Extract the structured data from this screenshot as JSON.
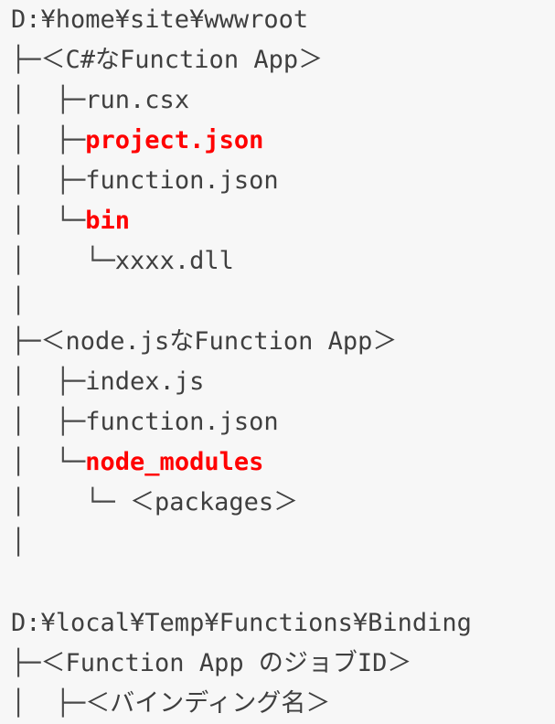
{
  "page": {
    "kind": "directory-tree-diagram",
    "background_color": "#f7f7f7",
    "text_color": "#3f3f3f",
    "highlight_color": "#ff0000",
    "font": "monospace"
  },
  "lines": [
    {
      "id": "root-wwwroot",
      "prefix": "",
      "label": "D:¥home¥site¥wwwroot",
      "highlight": false
    },
    {
      "id": "csharp-app",
      "prefix": "├─",
      "label": "＜C#なFunction App＞",
      "highlight": false
    },
    {
      "id": "run-csx",
      "prefix": "│  ├─",
      "label": "run.csx",
      "highlight": false
    },
    {
      "id": "project-json",
      "prefix": "│  ├─",
      "label": "project.json",
      "highlight": true
    },
    {
      "id": "function-json-cs",
      "prefix": "│  ├─",
      "label": "function.json",
      "highlight": false
    },
    {
      "id": "bin",
      "prefix": "│  └─",
      "label": "bin",
      "highlight": true
    },
    {
      "id": "xxxx-dll",
      "prefix": "│    └─",
      "label": "xxxx.dll",
      "highlight": false
    },
    {
      "id": "spacer-1",
      "prefix": "│",
      "label": "",
      "highlight": false
    },
    {
      "id": "nodejs-app",
      "prefix": "├─",
      "label": "＜node.jsなFunction App＞",
      "highlight": false
    },
    {
      "id": "index-js",
      "prefix": "│  ├─",
      "label": "index.js",
      "highlight": false
    },
    {
      "id": "function-json-node",
      "prefix": "│  ├─",
      "label": "function.json",
      "highlight": false
    },
    {
      "id": "node-modules",
      "prefix": "│  └─",
      "label": "node_modules",
      "highlight": true
    },
    {
      "id": "packages",
      "prefix": "│    └─ ",
      "label": "＜packages＞",
      "highlight": false
    },
    {
      "id": "spacer-2",
      "prefix": "│",
      "label": "",
      "highlight": false
    },
    {
      "id": "spacer-3",
      "prefix": "",
      "label": "",
      "highlight": false
    },
    {
      "id": "root-binding",
      "prefix": "",
      "label": "D:¥local¥Temp¥Functions¥Binding",
      "highlight": false
    },
    {
      "id": "job-id",
      "prefix": "├─",
      "label": "＜Function App のジョブID＞",
      "highlight": false
    },
    {
      "id": "binding-name",
      "prefix": "│  ├─",
      "label": "＜バインディング名＞",
      "highlight": false
    }
  ]
}
